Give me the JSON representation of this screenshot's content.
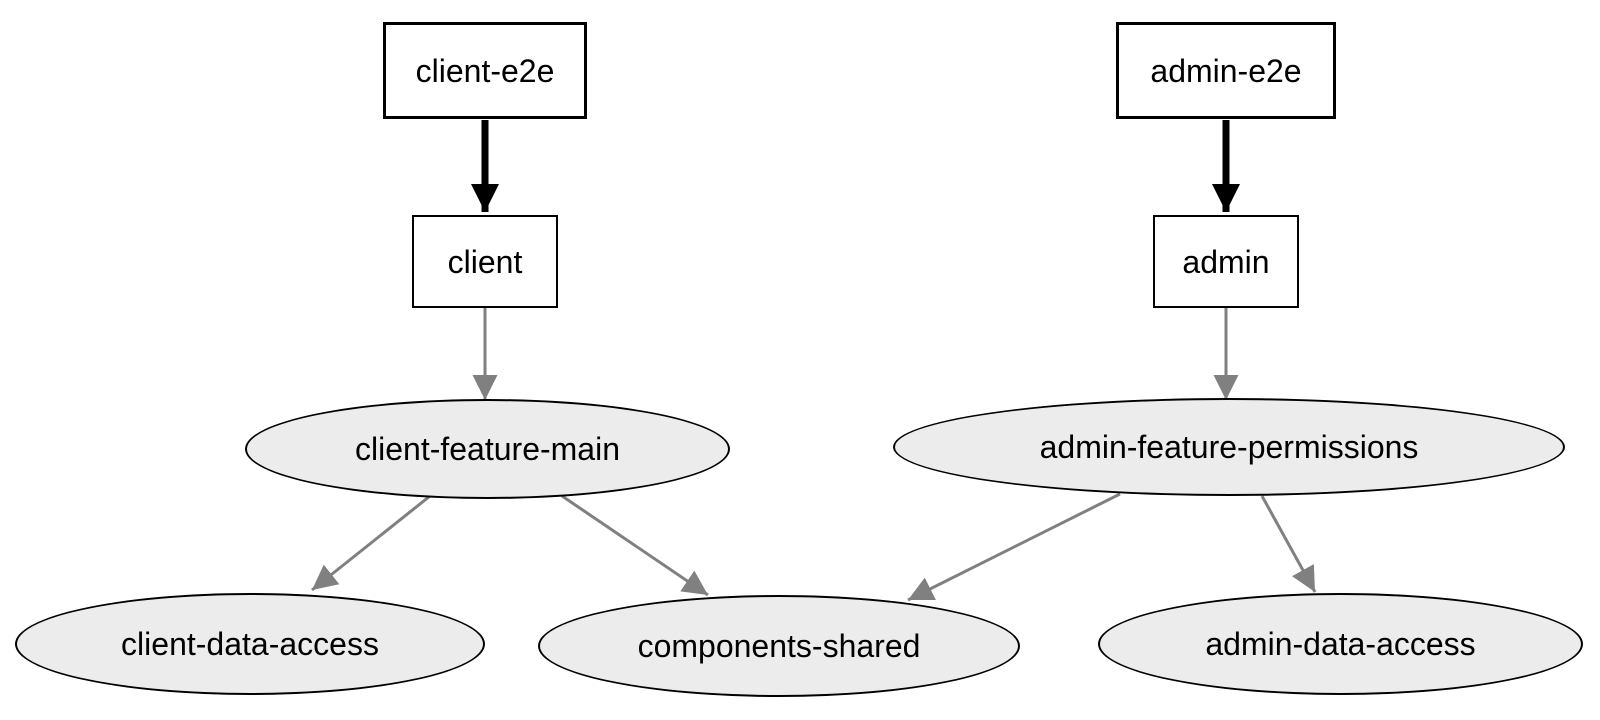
{
  "diagram": {
    "kind": "project-dependency-graph",
    "colors": {
      "background": "#ffffff",
      "lib_node_fill": "#ececec",
      "node_border": "#000000",
      "strong_edge": "#000000",
      "normal_edge": "#808080"
    },
    "nodes": [
      {
        "id": "client-e2e",
        "label": "client-e2e",
        "shape": "rectangle",
        "role": "e2e-app"
      },
      {
        "id": "client",
        "label": "client",
        "shape": "rectangle",
        "role": "app"
      },
      {
        "id": "client-feature-main",
        "label": "client-feature-main",
        "shape": "ellipse",
        "role": "library"
      },
      {
        "id": "client-data-access",
        "label": "client-data-access",
        "shape": "ellipse",
        "role": "library"
      },
      {
        "id": "components-shared",
        "label": "components-shared",
        "shape": "ellipse",
        "role": "library"
      },
      {
        "id": "admin-e2e",
        "label": "admin-e2e",
        "shape": "rectangle",
        "role": "e2e-app"
      },
      {
        "id": "admin",
        "label": "admin",
        "shape": "rectangle",
        "role": "app"
      },
      {
        "id": "admin-feature-permissions",
        "label": "admin-feature-permissions",
        "shape": "ellipse",
        "role": "library"
      },
      {
        "id": "admin-data-access",
        "label": "admin-data-access",
        "shape": "ellipse",
        "role": "library"
      }
    ],
    "edges": [
      {
        "from": "client-e2e",
        "to": "client",
        "style": "bold-black"
      },
      {
        "from": "client",
        "to": "client-feature-main",
        "style": "gray"
      },
      {
        "from": "client-feature-main",
        "to": "client-data-access",
        "style": "gray"
      },
      {
        "from": "client-feature-main",
        "to": "components-shared",
        "style": "gray"
      },
      {
        "from": "admin-e2e",
        "to": "admin",
        "style": "bold-black"
      },
      {
        "from": "admin",
        "to": "admin-feature-permissions",
        "style": "gray"
      },
      {
        "from": "admin-feature-permissions",
        "to": "components-shared",
        "style": "gray"
      },
      {
        "from": "admin-feature-permissions",
        "to": "admin-data-access",
        "style": "gray"
      }
    ]
  }
}
